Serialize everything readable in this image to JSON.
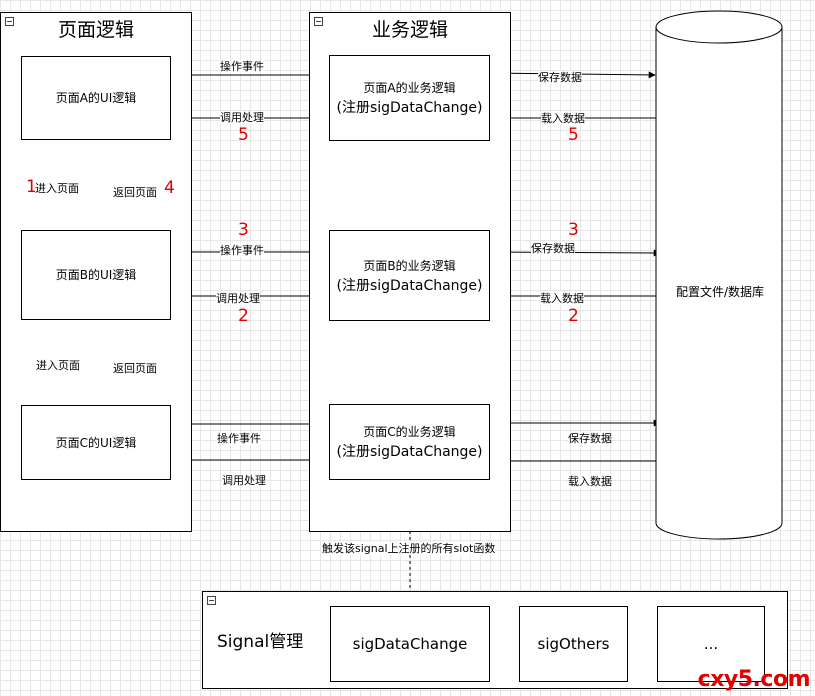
{
  "groups": {
    "page_logic": {
      "title": "页面逻辑"
    },
    "business_logic": {
      "title": "业务逻辑"
    },
    "signal": {
      "title": "Signal管理"
    }
  },
  "ui_boxes": {
    "a": "页面A的UI逻辑",
    "b": "页面B的UI逻辑",
    "c": "页面C的UI逻辑"
  },
  "biz_boxes": {
    "a": {
      "line1": "页面A的业务逻辑",
      "line2": "(注册sigDataChange)"
    },
    "b": {
      "line1": "页面B的业务逻辑",
      "line2": "(注册sigDataChange)"
    },
    "c": {
      "line1": "页面C的业务逻辑",
      "line2": "(注册sigDataChange)"
    }
  },
  "database": {
    "label": "配置文件/数据库"
  },
  "signals": [
    "sigDataChange",
    "sigOthers",
    "..."
  ],
  "edge_labels": {
    "op_event": "操作事件",
    "call_handle": "调用处理",
    "save_data": "保存数据",
    "load_data": "载入数据",
    "enter_page": "进入页面",
    "return_page": "返回页面",
    "trigger": "触发该signal上注册的所有slot函数"
  },
  "steps": {
    "n1": "1",
    "n2": "2",
    "n3": "3",
    "n4": "4",
    "n5": "5"
  },
  "watermark": "cxy5.com"
}
